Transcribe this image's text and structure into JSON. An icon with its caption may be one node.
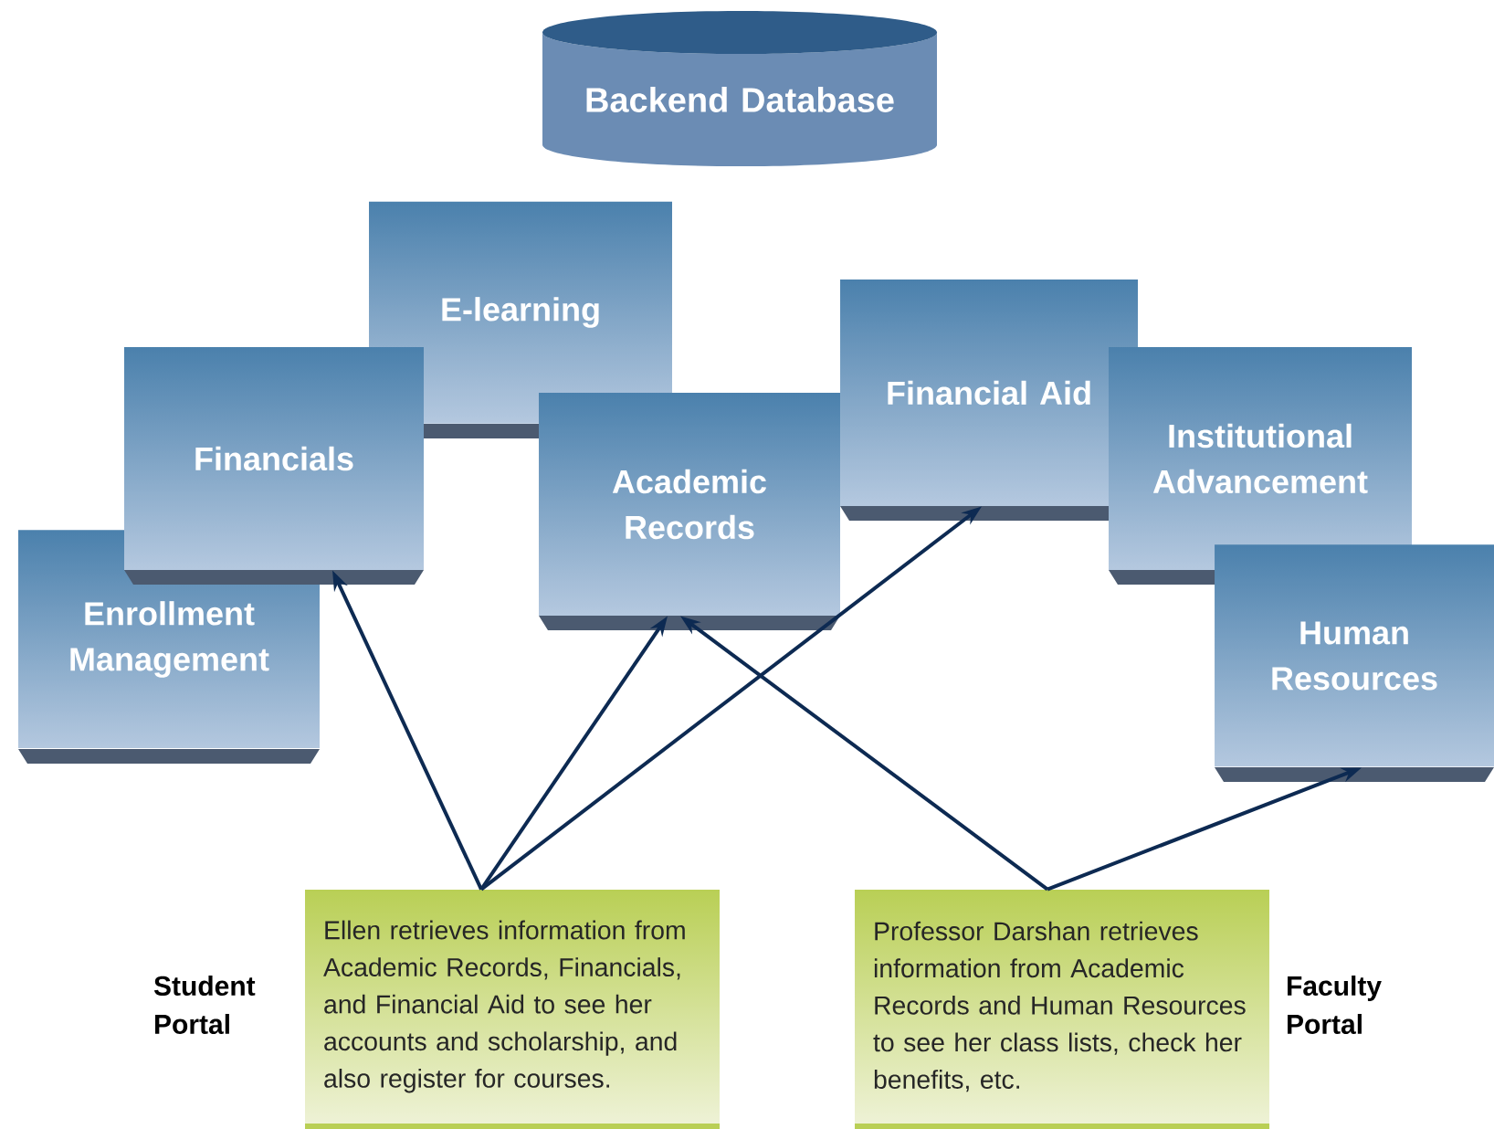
{
  "diagram": {
    "nodes": [
      {
        "text": [
          "Backend Database"
        ]
      },
      {
        "text": [
          "E-learning"
        ]
      },
      {
        "text": [
          "Financials"
        ]
      },
      {
        "text": [
          "Academic Records"
        ]
      },
      {
        "text": [
          "Financial Aid"
        ]
      },
      {
        "text": [
          "Institutional Advancement"
        ]
      },
      {
        "text": [
          "Enrollment Management"
        ]
      },
      {
        "text": [
          "Human Resources"
        ]
      },
      {
        "text": [
          "Ellen retrieves information from Academic Records, Financials, and Financial Aid to see her accounts and scholarship, and also register for courses."
        ],
        "beside": [
          "Student Portal"
        ]
      },
      {
        "text": [
          "Professor Darshan retrieves information from Academic Records and Human Resources to see her class lists, check her benefits, etc."
        ],
        "beside": [
          "Faculty Portal"
        ]
      }
    ],
    "edges": [
      {
        "from": 8,
        "to": 2,
        "arrow": "to"
      },
      {
        "from": 8,
        "to": 3,
        "arrow": "to"
      },
      {
        "from": 8,
        "to": 4,
        "arrow": "to"
      },
      {
        "from": 9,
        "to": 3,
        "arrow": "to"
      },
      {
        "from": 9,
        "to": 7,
        "arrow": "to"
      }
    ]
  }
}
